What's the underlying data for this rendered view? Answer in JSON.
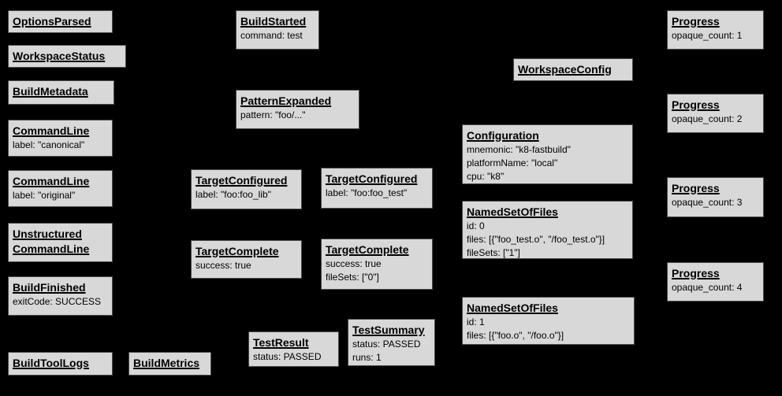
{
  "colors": {
    "background": "#000000",
    "box_fill": "#d8d8d8",
    "box_border": "#4a4a4a",
    "text": "#000000"
  },
  "boxes": {
    "optionsParsed": {
      "title": "OptionsParsed",
      "lines": []
    },
    "workspaceStatus": {
      "title": "WorkspaceStatus",
      "lines": []
    },
    "buildMetadata": {
      "title": "BuildMetadata",
      "lines": []
    },
    "commandLineCanonical": {
      "title": "CommandLine",
      "lines": [
        "label: \"canonical\""
      ]
    },
    "commandLineOriginal": {
      "title": "CommandLine",
      "lines": [
        "label: \"original\""
      ]
    },
    "unstructuredCommandLine": {
      "title": "Unstructured\nCommandLine",
      "lines": []
    },
    "buildFinished": {
      "title": "BuildFinished",
      "lines": [
        "exitCode: SUCCESS"
      ]
    },
    "buildToolLogs": {
      "title": "BuildToolLogs",
      "lines": []
    },
    "buildMetrics": {
      "title": "BuildMetrics",
      "lines": []
    },
    "buildStarted": {
      "title": "BuildStarted",
      "lines": [
        "command: test"
      ]
    },
    "patternExpanded": {
      "title": "PatternExpanded",
      "lines": [
        "pattern: \"foo/...\""
      ]
    },
    "targetConfiguredLib": {
      "title": "TargetConfigured",
      "lines": [
        "label: \"foo:foo_lib\""
      ]
    },
    "targetConfiguredTest": {
      "title": "TargetConfigured",
      "lines": [
        "label: \"foo:foo_test\""
      ]
    },
    "targetCompleteLib": {
      "title": "TargetComplete",
      "lines": [
        "success: true"
      ]
    },
    "targetCompleteTest": {
      "title": "TargetComplete",
      "lines": [
        "success: true",
        "fileSets: [\"0\"]"
      ]
    },
    "testResult": {
      "title": "TestResult",
      "lines": [
        "status: PASSED"
      ]
    },
    "testSummary": {
      "title": "TestSummary",
      "lines": [
        "status: PASSED",
        "runs: 1"
      ]
    },
    "workspaceConfig": {
      "title": "WorkspaceConfig",
      "lines": []
    },
    "configuration": {
      "title": "Configuration",
      "lines": [
        "mnemonic: \"k8-fastbuild\"",
        "platformName: \"local\"",
        "cpu: \"k8\""
      ]
    },
    "namedSetOfFiles0": {
      "title": "NamedSetOfFiles",
      "lines": [
        "id: 0",
        "files: [{\"foo_test.o\", \"/foo_test.o\"}]",
        "fileSets: [\"1\"]"
      ]
    },
    "namedSetOfFiles1": {
      "title": "NamedSetOfFiles",
      "lines": [
        "id: 1",
        "files: [{\"foo.o\", \"/foo.o\"}]"
      ]
    },
    "progress1": {
      "title": "Progress",
      "lines": [
        "opaque_count: 1"
      ]
    },
    "progress2": {
      "title": "Progress",
      "lines": [
        "opaque_count: 2"
      ]
    },
    "progress3": {
      "title": "Progress",
      "lines": [
        "opaque_count: 3"
      ]
    },
    "progress4": {
      "title": "Progress",
      "lines": [
        "opaque_count: 4"
      ]
    }
  }
}
